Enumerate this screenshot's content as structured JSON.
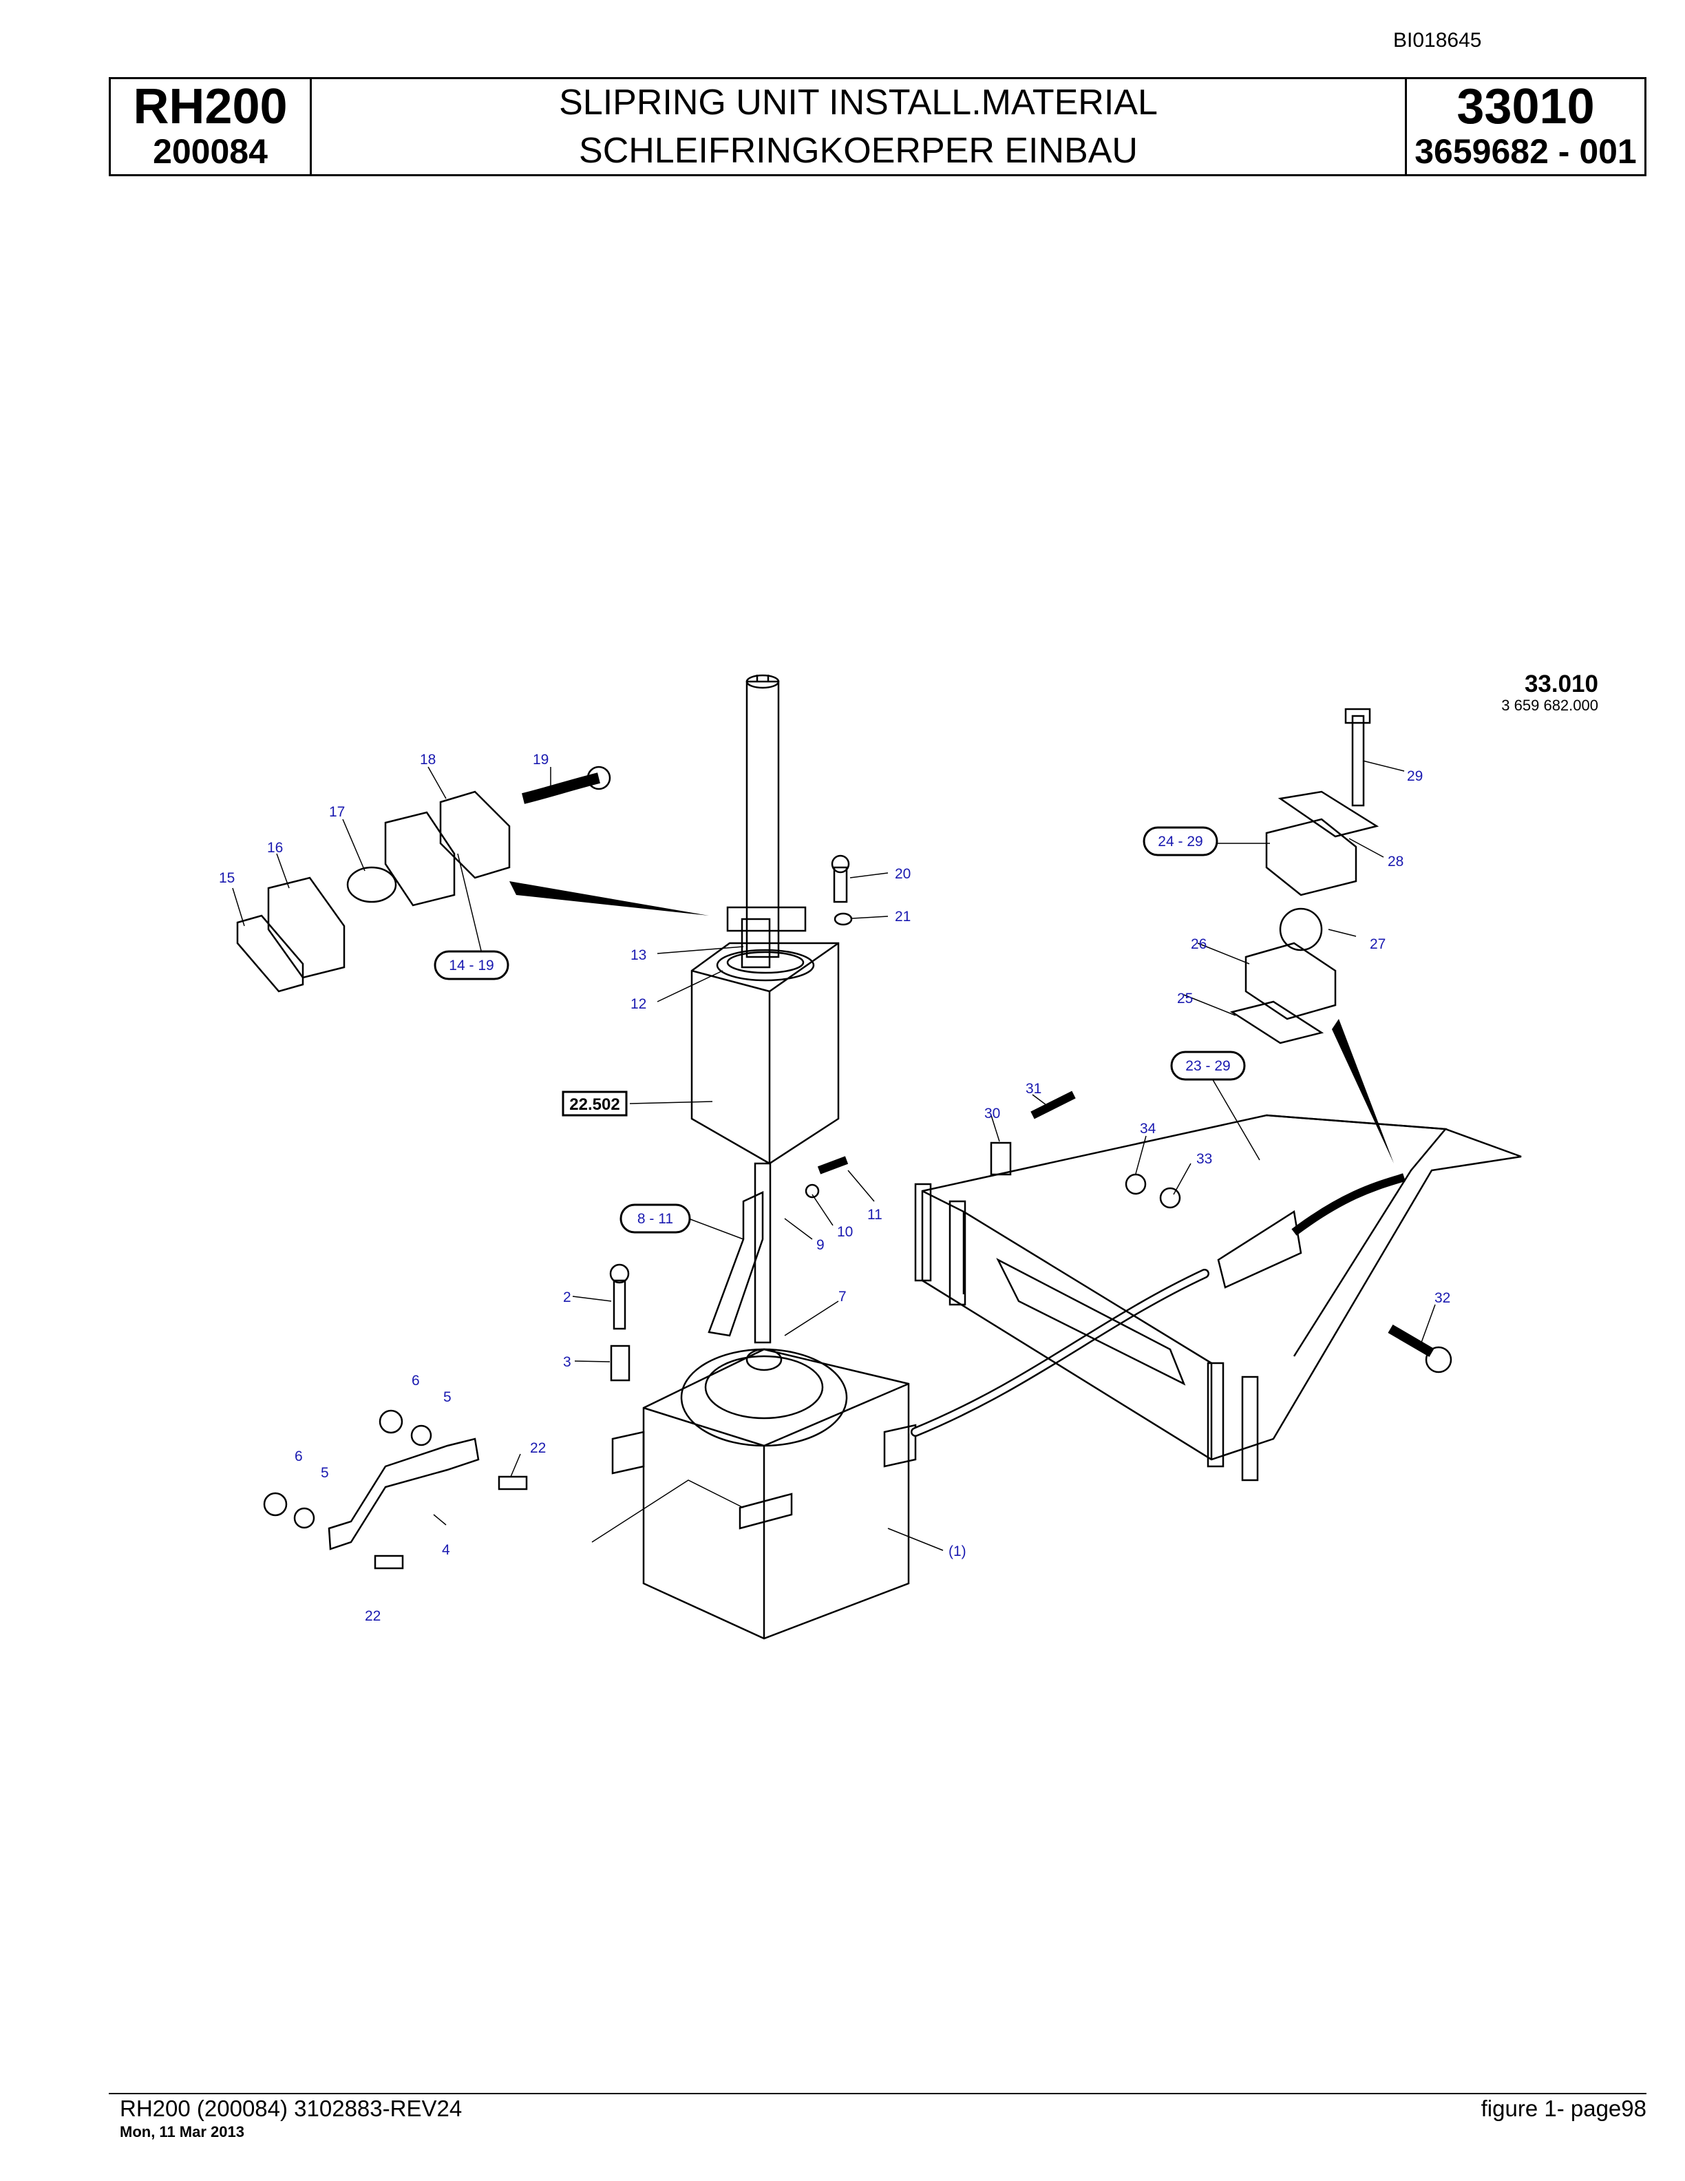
{
  "doc_id": "BI018645",
  "header": {
    "model": "RH200",
    "serial": "200084",
    "title_en": "SLIPRING UNIT INSTALL.MATERIAL",
    "title_de": "SCHLEIFRINGKOERPER EINBAU",
    "group": "33010",
    "part_no": "3659682  - 001"
  },
  "figure": {
    "ref_title": "33.010",
    "ref_no": "3 659 682.000",
    "box_ref": "22.502",
    "callouts": {
      "c1": "(1)",
      "c2": "2",
      "c3": "3",
      "c4": "4",
      "c5a": "5",
      "c5b": "5",
      "c6a": "6",
      "c6b": "6",
      "c7": "7",
      "c9": "9",
      "c10": "10",
      "c11": "11",
      "c12": "12",
      "c13": "13",
      "c15": "15",
      "c16": "16",
      "c17": "17",
      "c18": "18",
      "c19": "19",
      "c20": "20",
      "c21": "21",
      "c22a": "22",
      "c22b": "22",
      "c25": "25",
      "c26": "26",
      "c27": "27",
      "c28": "28",
      "c29": "29",
      "c30": "30",
      "c31": "31",
      "c32": "32",
      "c33": "33",
      "c34": "34"
    },
    "groups": {
      "g1419": "14 - 19",
      "g811": "8 - 11",
      "g2429": "24 - 29",
      "g2329": "23 - 29"
    }
  },
  "footer": {
    "left": "RH200 (200084) 3102883-REV24",
    "date": "Mon, 11 Mar 2013",
    "right": "figure  1- page98"
  },
  "colors": {
    "line": "#000000",
    "callout": "#1a1ab0"
  }
}
